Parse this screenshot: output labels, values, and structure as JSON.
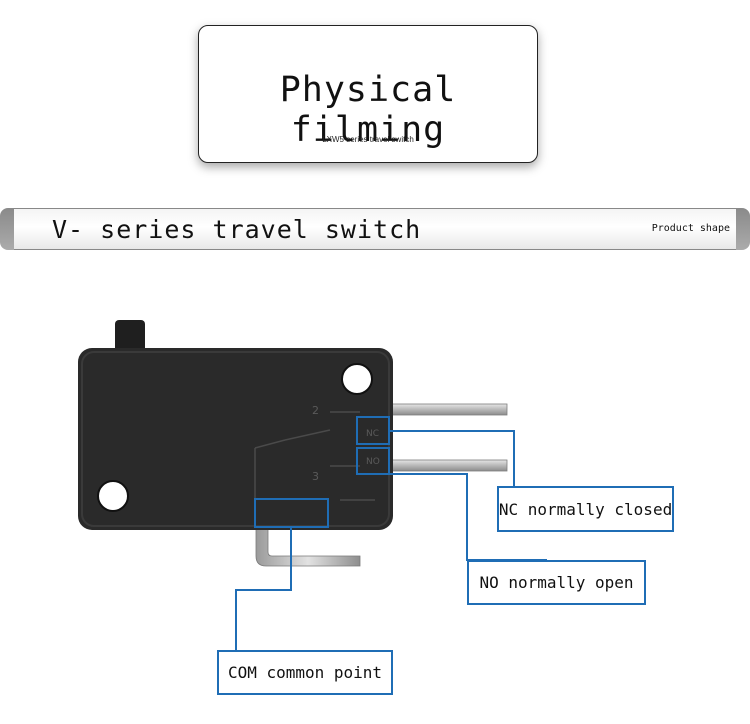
{
  "title_card": {
    "title": "Physical filming",
    "subtitle": "LXW5 series travel switch"
  },
  "banner": {
    "title": "V- series travel switch",
    "right_label": "Product shape"
  },
  "switch": {
    "terminal_labels": [
      "2",
      "3"
    ],
    "terminal_marks": [
      "NC",
      "NO"
    ]
  },
  "callouts": {
    "nc": "NC normally closed",
    "no": "NO normally open",
    "com": "COM common point"
  },
  "colors": {
    "callout_border": "#1f6db5",
    "switch_body": "#2a2a2a",
    "pin": "#c9c9c9"
  }
}
